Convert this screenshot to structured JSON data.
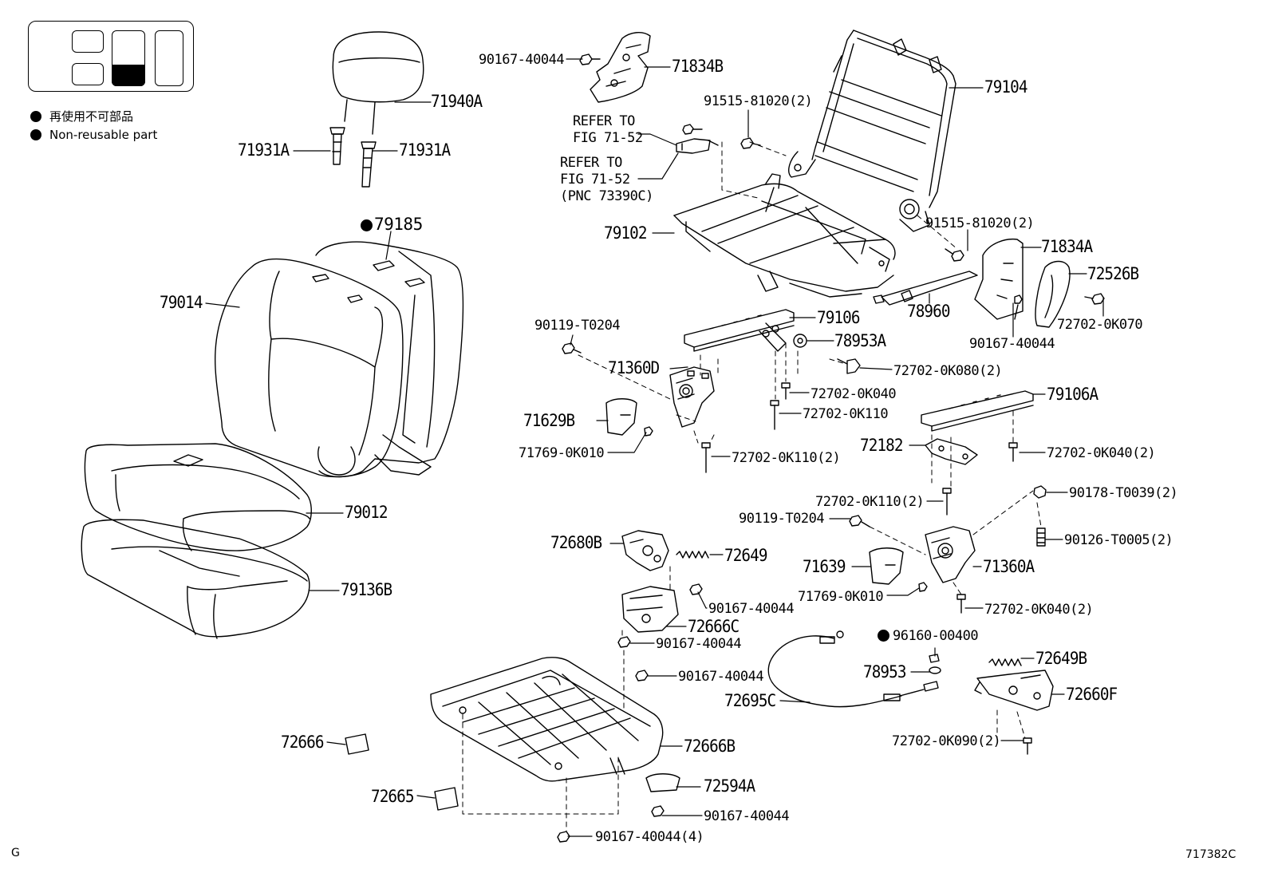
{
  "legend": {
    "non_reusable_jp": "再使用不可部品",
    "non_reusable_en": "Non-reusable part"
  },
  "footer": {
    "left_code": "G",
    "figure_id": "717382C"
  },
  "parts": {
    "p71940A": "71940A",
    "p71931A_l": "71931A",
    "p71931A_r": "71931A",
    "p79185": "79185",
    "p79014": "79014",
    "p79012": "79012",
    "p79136B": "79136B",
    "p90167_40044_a": "90167-40044",
    "p71834B": "71834B",
    "p79104": "79104",
    "p91515_81020_a": "91515-81020(2)",
    "ref1_line1": "REFER TO",
    "ref1_line2": "FIG 71-52",
    "ref2_line1": "REFER TO",
    "ref2_line2": "FIG 71-52",
    "ref2_line3": "(PNC 73390C)",
    "p79102": "79102",
    "p91515_81020_b": "91515-81020(2)",
    "p71834A": "71834A",
    "p72526B": "72526B",
    "p78960": "78960",
    "p79106": "79106",
    "p90119_T0204_a": "90119-T0204",
    "p78953A": "78953A",
    "p72702_0K070": "72702-0K070",
    "p90167_40044_b": "90167-40044",
    "p71360D": "71360D",
    "p72702_0K080": "72702-0K080(2)",
    "p72702_0K040_a": "72702-0K040",
    "p71629B": "71629B",
    "p72702_0K110_a": "72702-0K110",
    "p71769_0K010_a": "71769-0K010",
    "p72702_0K110_b": "72702-0K110(2)",
    "p79106A": "79106A",
    "p72182": "72182",
    "p72702_0K040_b": "72702-0K040(2)",
    "p72702_0K110_c": "72702-0K110(2)",
    "p90178_T0039": "90178-T0039(2)",
    "p90119_T0204_b": "90119-T0204",
    "p90126_T0005": "90126-T0005(2)",
    "p72680B": "72680B",
    "p72649": "72649",
    "p71639": "71639",
    "p71360A": "71360A",
    "p71769_0K010_b": "71769-0K010",
    "p90167_40044_c": "90167-40044",
    "p72702_0K040_c": "72702-0K040(2)",
    "p72666C": "72666C",
    "p90167_40044_d": "90167-40044",
    "p96160_00400": "96160-00400",
    "p72649B": "72649B",
    "p90167_40044_e": "90167-40044",
    "p78953": "78953",
    "p72695C": "72695C",
    "p72660F": "72660F",
    "p72666": "72666",
    "p72666B": "72666B",
    "p72702_0K090": "72702-0K090(2)",
    "p72594A": "72594A",
    "p72665": "72665",
    "p90167_40044_f": "90167-40044",
    "p90167_40044_g": "90167-40044(4)"
  }
}
